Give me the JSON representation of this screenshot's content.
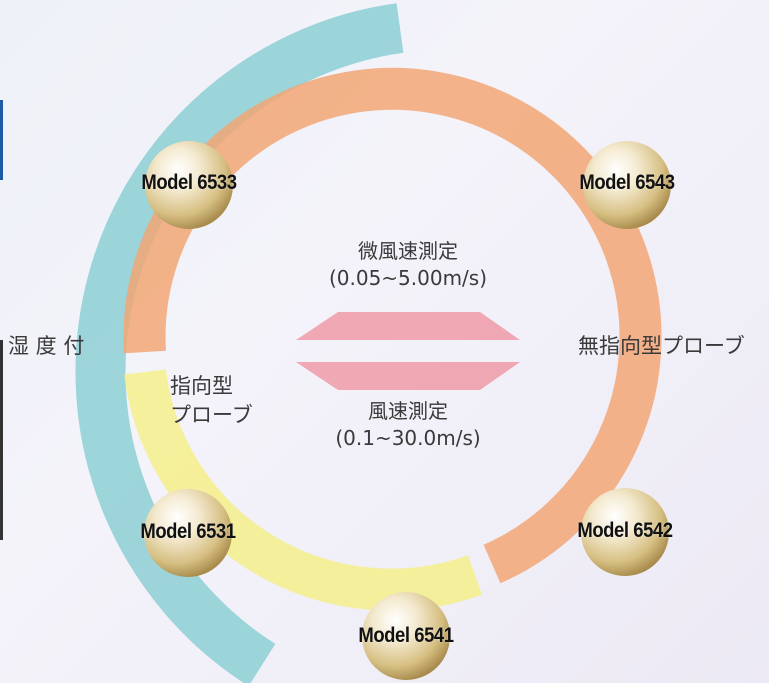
{
  "colors": {
    "humidity_ring": "#8ccfd4",
    "omni_ring": "#f2a674",
    "directional_ring": "#f5ee8a",
    "arrow": "#ee8f9c",
    "sphere": "#e7d7a6",
    "background": "#eef1f8"
  },
  "labels": {
    "humidity": "湿 度 付",
    "omni_probe": "無指向型プローブ",
    "directional_line1": "指向型",
    "directional_line2": "プローブ",
    "low_speed_title": "微風速測定",
    "low_speed_range": "(0.05~5.00m/s)",
    "speed_title": "風速測定",
    "speed_range": "(0.1~30.0m/s)"
  },
  "models": {
    "m6533": "Model 6533",
    "m6543": "Model 6543",
    "m6531": "Model 6531",
    "m6542": "Model 6542",
    "m6541": "Model 6541"
  }
}
